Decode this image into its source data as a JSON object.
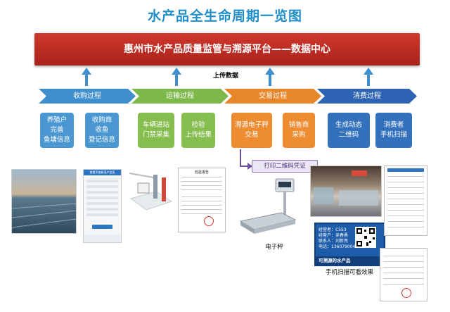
{
  "title": "水产品全生命周期一览图",
  "banner": "惠州市水产品质量监管与溯源平台——数据中心",
  "upload_label": "上传数据",
  "stages": [
    {
      "label": "收购过程",
      "color": "#3f8fcf"
    },
    {
      "label": "运输过程",
      "color": "#7db84a"
    },
    {
      "label": "交易过程",
      "color": "#e8872a"
    },
    {
      "label": "消费过程",
      "color": "#2e64b3"
    }
  ],
  "boxes": [
    {
      "lines": [
        "养殖户",
        "完善",
        "鱼塘信息"
      ],
      "color": "#4a97d1"
    },
    {
      "lines": [
        "收购商",
        "收鱼",
        "登记信息"
      ],
      "color": "#4a97d1"
    },
    {
      "lines": [
        "车辆进站",
        "门禁采集"
      ],
      "color": "#86bd4f"
    },
    {
      "lines": [
        "检验",
        "上传结果"
      ],
      "color": "#86bd4f"
    },
    {
      "lines": [
        "溯源电子秤",
        "交易"
      ],
      "color": "#ee8c32"
    },
    {
      "lines": [
        "销售商",
        "采购"
      ],
      "color": "#ee8c32"
    },
    {
      "lines": [
        "生成动态",
        "二维码"
      ],
      "color": "#3471bd"
    },
    {
      "lines": [
        "消费者",
        "手机扫描"
      ],
      "color": "#3471bd"
    }
  ],
  "print_label": "打印二维码凭证",
  "scale_caption": "电子秤",
  "scan_caption": "手机扫描可看效果",
  "report_title": "检验报告",
  "phone_header": "查看添加新渔户信息",
  "ad_card": {
    "rows": [
      "经营者：C553",
      "经营户：吴春勇",
      "联系人：刘新亮",
      "电话：13607900490"
    ],
    "footer": "可溯源的水产品"
  },
  "colors": {
    "title": "#1f8ec9",
    "banner": "#c0322a",
    "arrow": "#3f8fcf",
    "print_arrow": "#6b4c9a"
  }
}
